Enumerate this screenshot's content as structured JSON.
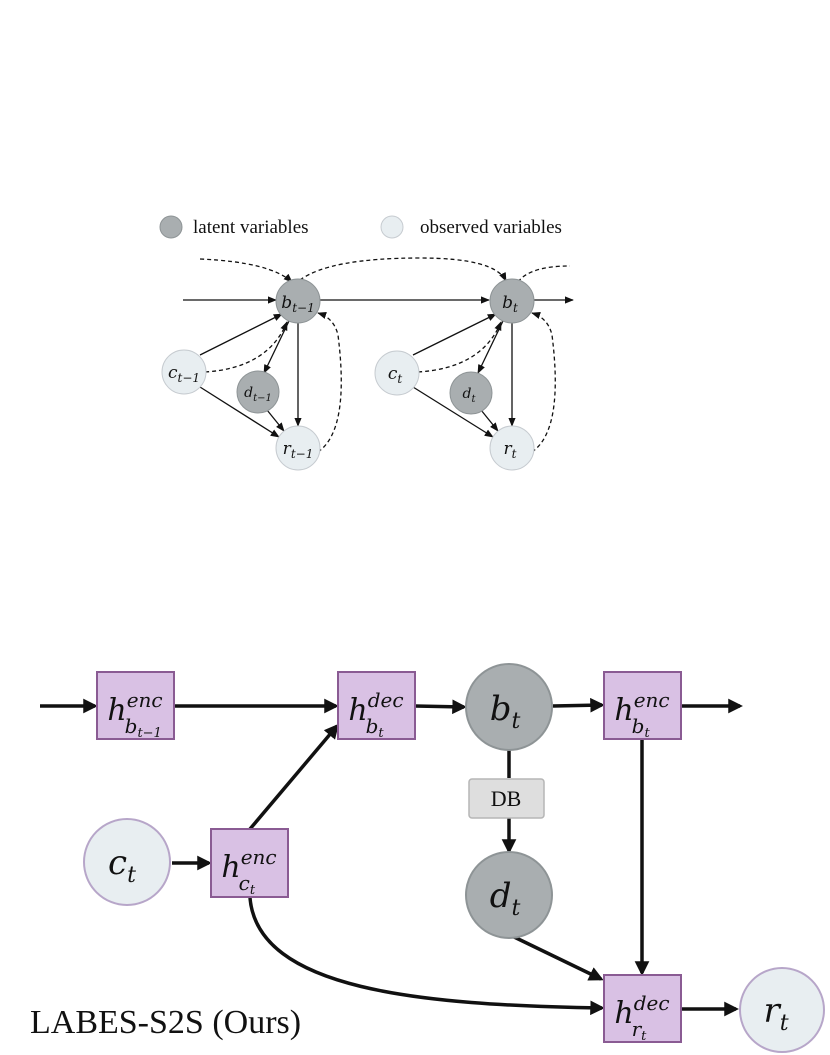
{
  "legend": {
    "latent_label": "latent variables",
    "observed_label": "observed variables"
  },
  "colors": {
    "latent_fill": "#a9aeb0",
    "latent_stroke": "#8e9496",
    "observed_fill": "#e8eef1",
    "observed_stroke": "#b7a6c9",
    "small_observed_stroke": "#c6cbd0",
    "hidden_fill": "#d9c1e4",
    "hidden_stroke": "#8a5b93",
    "db_fill": "#dedede",
    "db_stroke": "#b5b5b5"
  },
  "top_graph": {
    "step_prev": {
      "b_main": "b",
      "b_sub": "t−1",
      "c_main": "c",
      "c_sub": "t−1",
      "d_main": "d",
      "d_sub": "t−1",
      "r_main": "r",
      "r_sub": "t−1"
    },
    "step_curr": {
      "b_main": "b",
      "b_sub": "t",
      "c_main": "c",
      "c_sub": "t",
      "d_main": "d",
      "d_sub": "t",
      "r_main": "r",
      "r_sub": "t"
    }
  },
  "bottom_graph": {
    "h_enc_bprev": {
      "main": "h",
      "sup": "enc",
      "sub": "b",
      "subsub": "t−1"
    },
    "h_dec_b": {
      "main": "h",
      "sup": "dec",
      "sub": "b",
      "subsub": "t"
    },
    "h_enc_b": {
      "main": "h",
      "sup": "enc",
      "sub": "b",
      "subsub": "t"
    },
    "h_enc_c": {
      "main": "h",
      "sup": "enc",
      "sub": "c",
      "subsub": "t"
    },
    "h_dec_r": {
      "main": "h",
      "sup": "dec",
      "sub": "r",
      "subsub": "t"
    },
    "b_node": {
      "main": "b",
      "sub": "t"
    },
    "c_node": {
      "main": "c",
      "sub": "t"
    },
    "d_node": {
      "main": "d",
      "sub": "t"
    },
    "r_node": {
      "main": "r",
      "sub": "t"
    },
    "db_label": "DB",
    "caption": "LABES-S2S (Ours)"
  }
}
